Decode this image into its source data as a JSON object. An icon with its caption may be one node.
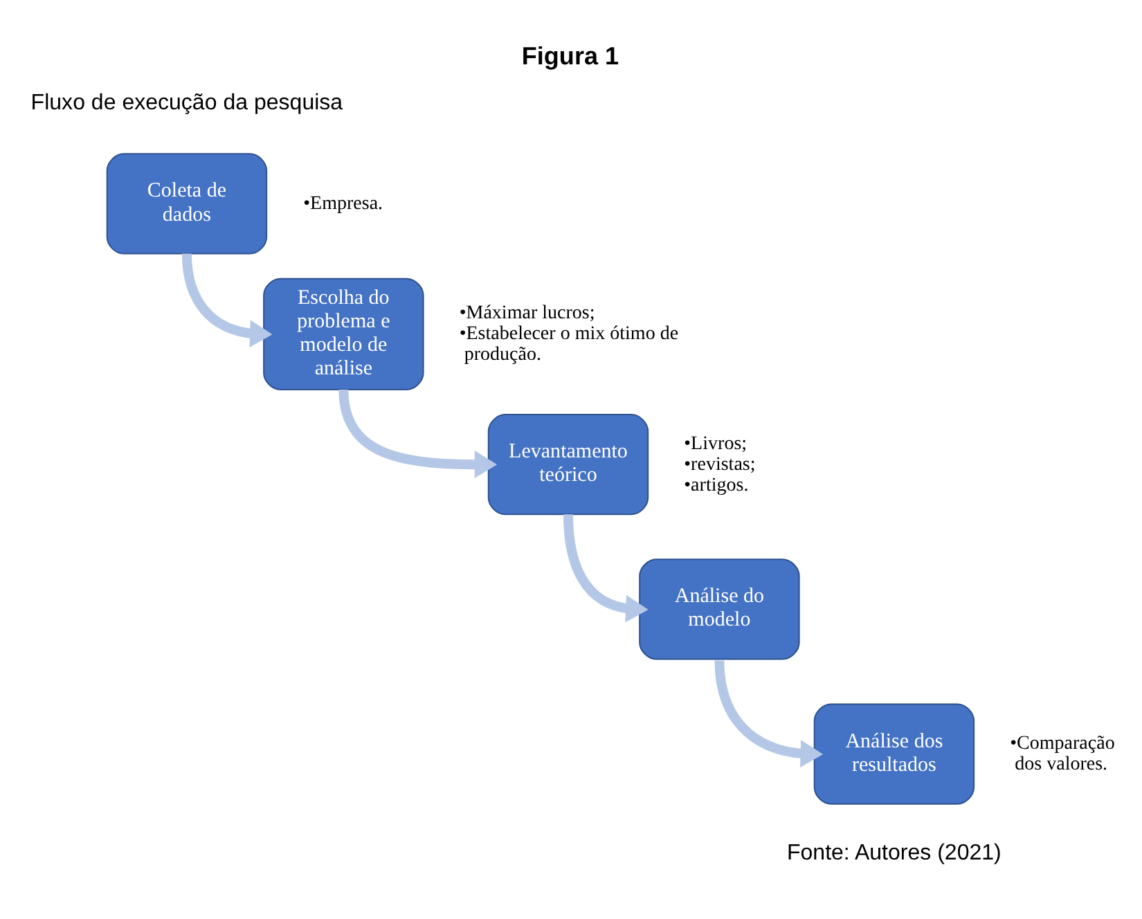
{
  "diagram": {
    "title": "Figura 1",
    "caption": "Fonte: Autores (2021)",
    "labels": [
      "Fluxo de execução da pesquisa"
    ],
    "nodes": [
      {
        "text": [
          "Coleta de dados"
        ],
        "beside": [
          "•Empresa."
        ]
      },
      {
        "text": [
          "Escolha do problema e modelo de análise"
        ],
        "beside": [
          "•Máximar lucros;",
          "•Estabelecer o mix ótimo de produção."
        ]
      },
      {
        "text": [
          "Levantamento teórico"
        ],
        "beside": [
          "•Livros;",
          "•revistas;",
          "•artigos."
        ]
      },
      {
        "text": [
          "Análise do modelo"
        ]
      },
      {
        "text": [
          "Análise dos resultados"
        ],
        "beside": [
          "•Comparação dos valores."
        ]
      }
    ],
    "edges": [
      {
        "from": 0,
        "to": 1,
        "arrow": "to"
      },
      {
        "from": 1,
        "to": 2,
        "arrow": "to"
      },
      {
        "from": 2,
        "to": 3,
        "arrow": "to"
      },
      {
        "from": 3,
        "to": 4,
        "arrow": "to"
      }
    ]
  }
}
